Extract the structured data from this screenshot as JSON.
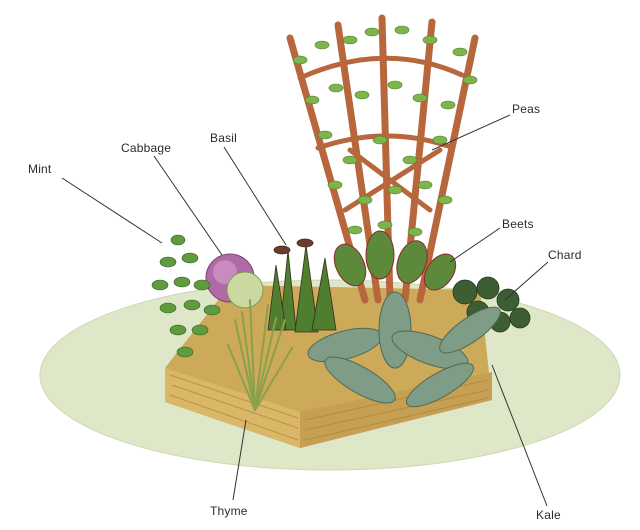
{
  "labels": {
    "mint": "Mint",
    "cabbage": "Cabbage",
    "basil": "Basil",
    "peas": "Peas",
    "beets": "Beets",
    "chard": "Chard",
    "thyme": "Thyme",
    "kale": "Kale"
  },
  "colors": {
    "lawn": "#dfe7c9",
    "straw": "#d6b464",
    "trellis": "#b8673d",
    "leaf": "#6fa044",
    "cabbage": "#b06aa8",
    "kale": "#7f9c86",
    "chard": "#3d5e32",
    "leader": "#333333"
  }
}
